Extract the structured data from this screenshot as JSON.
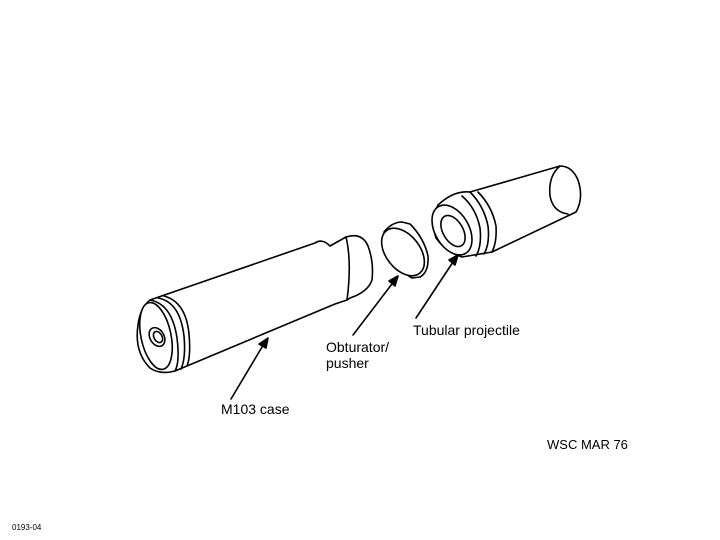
{
  "labels": {
    "tubular_projectile": "Tubular projectile",
    "obturator_line1": "Obturator/",
    "obturator_line2": "pusher",
    "m103_case": "M103 case",
    "credit": "WSC MAR 76",
    "figure_code": "0193-04"
  },
  "colors": {
    "line": "#000000",
    "background": "#ffffff"
  }
}
